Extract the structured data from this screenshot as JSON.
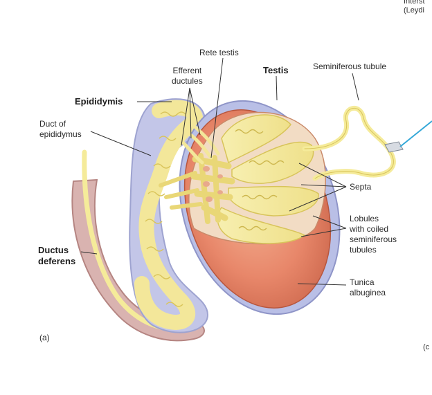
{
  "labels": {
    "rete_testis": "Rete testis",
    "efferent_ductules": "Efferent\nductules",
    "testis": "Testis",
    "seminiferous_tubule": "Seminiferous tubule",
    "epididymis": "Epididymis",
    "duct_of_epididymus": "Duct of\nepididymus",
    "septa": "Septa",
    "lobules": "Lobules\nwith coiled\nseminiferous\ntubules",
    "ductus_deferens": "Ductus\ndeferens",
    "tunica_albuginea": "Tunica\nalbuginea",
    "panel_letter": "(a)",
    "cut_off_top_1": "Interst",
    "cut_off_top_2": "(Leydi",
    "cut_off_right": "(c"
  },
  "colors": {
    "tubule_yellow": "#f5eb9a",
    "tubule_outline": "#d8c45a",
    "testis_orange": "#e8876a",
    "testis_dark": "#c55f45",
    "tunica_blue": "#b9bfe6",
    "ductus_pink": "#c99c9c",
    "leader_line": "#333333",
    "accent_cyan": "#34a8d8"
  }
}
